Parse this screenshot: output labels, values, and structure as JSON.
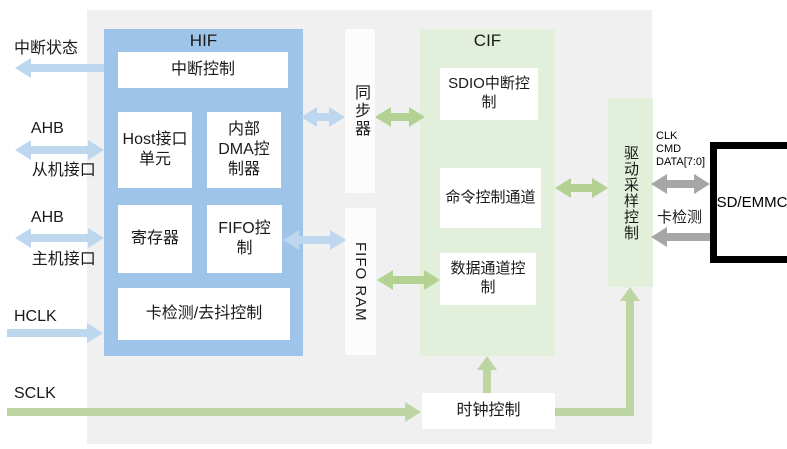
{
  "colors": {
    "panel_bg": "#f0f0f0",
    "hif_block": "#9ec4ea",
    "blue_arrow": "#bdd7ee",
    "green_block": "#e2efda",
    "green_arrow": "#b3d193",
    "green_line": "#bdd5a3",
    "gray_arrow": "#a6a6a6",
    "text": "#1a1a1a"
  },
  "left_labels": {
    "interrupt_status": "中断状态",
    "ahb_slave_l1": "AHB",
    "ahb_slave_l2": "从机接口",
    "ahb_master_l1": "AHB",
    "ahb_master_l2": "主机接口",
    "hclk": "HCLK",
    "sclk": "SCLK"
  },
  "hif": {
    "title": "HIF",
    "interrupt_ctrl": "中断控制",
    "host_if_unit": "Host接口单元",
    "internal_dma": "内部DMA控制器",
    "registers": "寄存器",
    "fifo_ctrl": "FIFO控制",
    "card_detect_debounce": "卡检测/去抖控制"
  },
  "middle": {
    "synchronizer": "同步器",
    "fifo_ram": "FIFO RAM"
  },
  "cif": {
    "title": "CIF",
    "sdio_interrupt_ctrl": "SDIO中断控制",
    "cmd_ctrl_channel": "命令控制通道",
    "data_channel_ctrl": "数据通道控制"
  },
  "clock_ctrl": "时钟控制",
  "drive_sample_ctrl": "驱动采样控制",
  "sd_emmc": "SD/EMMC",
  "bus": {
    "clk": "CLK",
    "cmd": "CMD",
    "data": "DATA[7:0]",
    "card_detect": "卡检测"
  }
}
